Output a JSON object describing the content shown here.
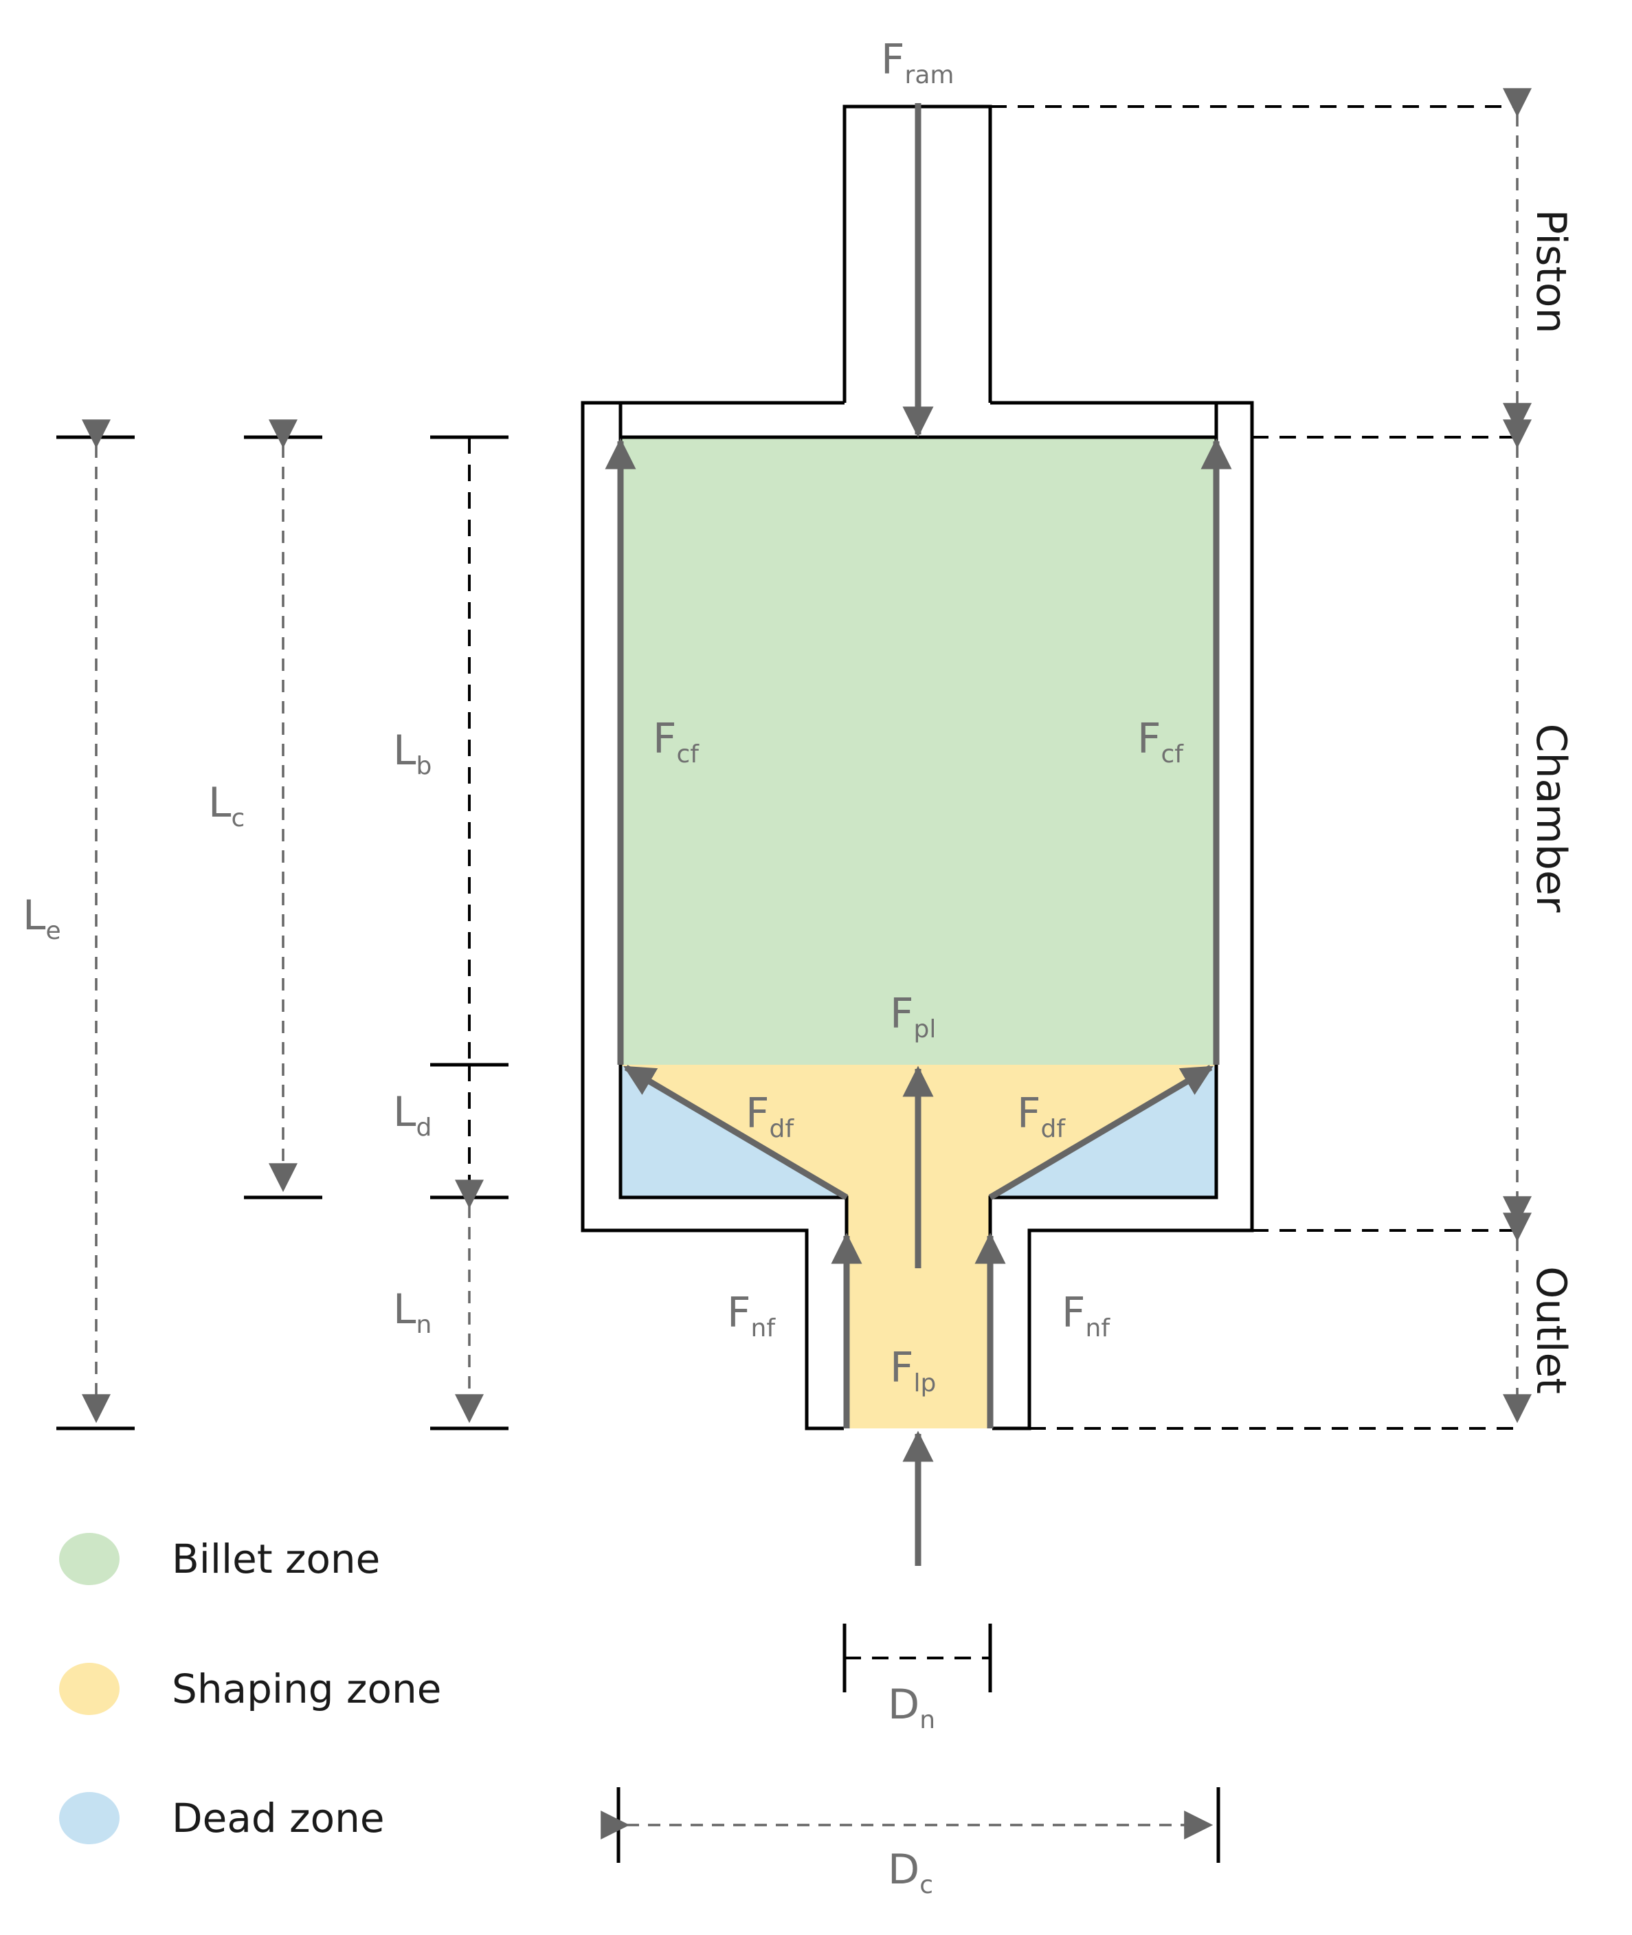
{
  "colors": {
    "billet": "#cde6c6",
    "shaping": "#fde8a8",
    "dead": "#c5e1f2",
    "arrow": "#666666",
    "outline": "#000000",
    "label": "#707070"
  },
  "forces": {
    "ram": {
      "main": "F",
      "sub": "ram"
    },
    "cf": {
      "main": "F",
      "sub": "cf"
    },
    "pl": {
      "main": "F",
      "sub": "pl"
    },
    "df": {
      "main": "F",
      "sub": "df"
    },
    "nf": {
      "main": "F",
      "sub": "nf"
    },
    "lp": {
      "main": "F",
      "sub": "lp"
    }
  },
  "dimensions": {
    "Le": {
      "main": "L",
      "sub": "e"
    },
    "Lc": {
      "main": "L",
      "sub": "c"
    },
    "Lb": {
      "main": "L",
      "sub": "b"
    },
    "Ld": {
      "main": "L",
      "sub": "d"
    },
    "Ln": {
      "main": "L",
      "sub": "n"
    },
    "Dn": {
      "main": "D",
      "sub": "n"
    },
    "Dc": {
      "main": "D",
      "sub": "c"
    }
  },
  "sections": {
    "piston": "Piston",
    "chamber": "Chamber",
    "outlet": "Outlet"
  },
  "legend": [
    {
      "label": "Billet zone",
      "color": "#cde6c6"
    },
    {
      "label": "Shaping zone",
      "color": "#fde8a8"
    },
    {
      "label": "Dead zone",
      "color": "#c5e1f2"
    }
  ]
}
